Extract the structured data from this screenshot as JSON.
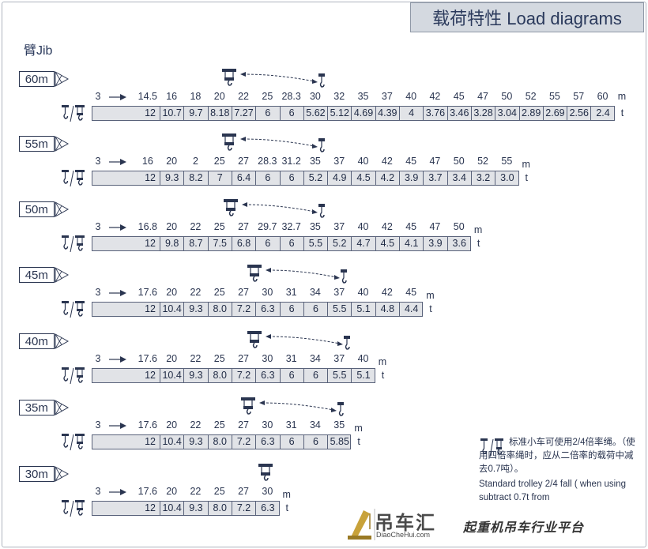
{
  "title": "载荷特性 Load diagrams",
  "jib_label": "臂Jib",
  "units": {
    "radius": "m",
    "load": "t"
  },
  "start_radius": "3",
  "rows": [
    {
      "jib": "60m",
      "radii": [
        "14.5",
        "16",
        "18",
        "20",
        "22",
        "25",
        "28.3",
        "30",
        "32",
        "35",
        "37",
        "40",
        "42",
        "45",
        "47",
        "50",
        "52",
        "55",
        "57",
        "60"
      ],
      "loads": [
        "12",
        "10.7",
        "9.7",
        "8.18",
        "7.27",
        "6",
        "6",
        "5.62",
        "5.12",
        "4.69",
        "4.39",
        "4",
        "3.76",
        "3.46",
        "3.28",
        "3.04",
        "2.89",
        "2.69",
        "2.56",
        "2.4"
      ]
    },
    {
      "jib": "55m",
      "radii": [
        "16",
        "20",
        "2",
        "25",
        "27",
        "28.3",
        "31.2",
        "35",
        "37",
        "40",
        "42",
        "45",
        "47",
        "50",
        "52",
        "55"
      ],
      "loads": [
        "12",
        "9.3",
        "8.2",
        "7",
        "6.4",
        "6",
        "6",
        "5.2",
        "4.9",
        "4.5",
        "4.2",
        "3.9",
        "3.7",
        "3.4",
        "3.2",
        "3.0"
      ]
    },
    {
      "jib": "50m",
      "radii": [
        "16.8",
        "20",
        "22",
        "25",
        "27",
        "29.7",
        "32.7",
        "35",
        "37",
        "40",
        "42",
        "45",
        "47",
        "50"
      ],
      "loads": [
        "12",
        "9.8",
        "8.7",
        "7.5",
        "6.8",
        "6",
        "6",
        "5.5",
        "5.2",
        "4.7",
        "4.5",
        "4.1",
        "3.9",
        "3.6"
      ]
    },
    {
      "jib": "45m",
      "radii": [
        "17.6",
        "20",
        "22",
        "25",
        "27",
        "30",
        "31",
        "34",
        "37",
        "40",
        "42",
        "45"
      ],
      "loads": [
        "12",
        "10.4",
        "9.3",
        "8.0",
        "7.2",
        "6.3",
        "6",
        "6",
        "5.5",
        "5.1",
        "4.8",
        "4.4"
      ]
    },
    {
      "jib": "40m",
      "radii": [
        "17.6",
        "20",
        "22",
        "25",
        "27",
        "30",
        "31",
        "34",
        "37",
        "40"
      ],
      "loads": [
        "12",
        "10.4",
        "9.3",
        "8.0",
        "7.2",
        "6.3",
        "6",
        "6",
        "5.5",
        "5.1"
      ]
    },
    {
      "jib": "35m",
      "radii": [
        "17.6",
        "20",
        "22",
        "25",
        "27",
        "30",
        "31",
        "34",
        "35"
      ],
      "loads": [
        "12",
        "10.4",
        "9.3",
        "8.0",
        "7.2",
        "6.3",
        "6",
        "6",
        "5.85"
      ]
    },
    {
      "jib": "30m",
      "radii": [
        "17.6",
        "20",
        "22",
        "25",
        "27",
        "30"
      ],
      "loads": [
        "12",
        "10.4",
        "9.3",
        "8.0",
        "7.2",
        "6.3"
      ]
    }
  ],
  "note": {
    "zh": "标准小车可使用2/4倍率绳。（使用四倍率绳时，应从二倍率的载荷中减去0.7吨）。",
    "en": "Standard trolley 2/4 fall ( when using      subtract 0.7t from"
  },
  "logo": {
    "name": "吊车汇",
    "url": "DiaoCheHui.com",
    "slogan": "起重机吊车行业平台"
  },
  "colors": {
    "title_bg": "#d4d9e0",
    "bar_bg": "#e1e3e7",
    "text": "#2a3550"
  }
}
